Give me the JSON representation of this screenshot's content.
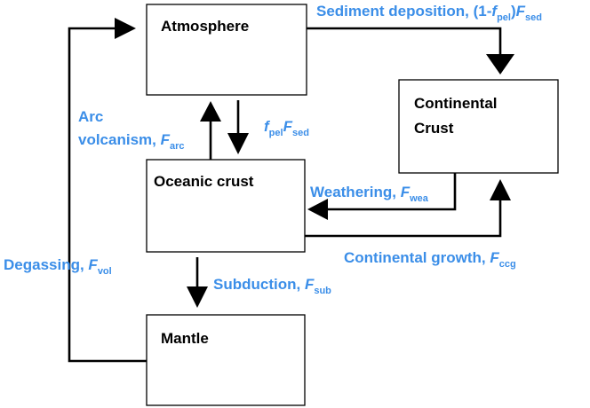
{
  "boxes": {
    "atmosphere": "Atmosphere",
    "continental_crust_line1": "Continental",
    "continental_crust_line2": "Crust",
    "oceanic_crust": "Oceanic crust",
    "mantle": "Mantle"
  },
  "fluxes": {
    "sediment_deposition": {
      "text": "Sediment deposition, (1-",
      "var1": "f",
      "sub1": "pel",
      "close": ")",
      "var2": "F",
      "sub2": "sed"
    },
    "arc_volcanism": {
      "line1": "Arc",
      "line2": "volcanism, ",
      "var": "F",
      "sub": "arc"
    },
    "pelagic": {
      "var1": "f",
      "sub1": "pel",
      "var2": "F",
      "sub2": "sed"
    },
    "weathering": {
      "text": "Weathering, ",
      "var": "F",
      "sub": "wea"
    },
    "continental_growth": {
      "text": "Continental growth, ",
      "var": "F",
      "sub": "ccg"
    },
    "degassing": {
      "text": "Degassing, ",
      "var": "F",
      "sub": "vol"
    },
    "subduction": {
      "text": "Subduction, ",
      "var": "F",
      "sub": "sub"
    }
  },
  "colors": {
    "flux_label": "#3b8ee8",
    "box_text": "#000000",
    "line": "#000000"
  }
}
